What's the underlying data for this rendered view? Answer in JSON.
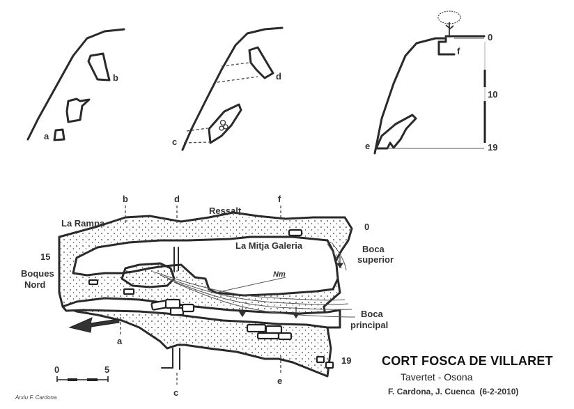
{
  "title": "CORT FOSCA DE VILLARET",
  "subtitle": "Tavertet - Osona",
  "authors": "F. Cardona, J. Cuenca  (6-2-2010)",
  "archive": "Arxiu F. Cardona",
  "sections": {
    "a": "a",
    "b": "b",
    "c": "c",
    "d": "d",
    "e": "e",
    "f": "f"
  },
  "depth_scale": {
    "top": "0",
    "mid": "10",
    "bottom": "19"
  },
  "plan": {
    "la_rampa": "La Rampa",
    "ressalt": "Ressalt",
    "mitja_galeria": "La Mitja Galeria",
    "boca_superior_1": "Boca",
    "boca_superior_2": "superior",
    "boques_nord_1": "Boques",
    "boques_nord_2": "Nord",
    "boca_principal_1": "Boca",
    "boca_principal_2": "principal",
    "north": "Nm",
    "level_0": "0",
    "level_15": "15",
    "level_19": "19"
  },
  "scale_bar": {
    "start": "0",
    "end": "5"
  }
}
